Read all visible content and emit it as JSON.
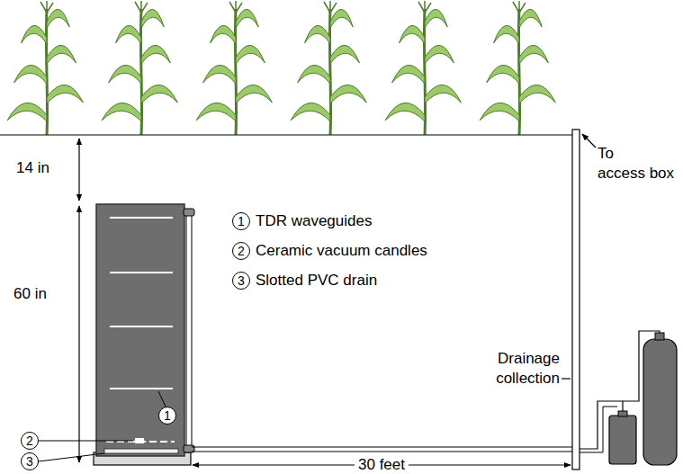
{
  "diagram": {
    "nodes": [
      {
        "text": [
          "1"
        ]
      },
      {
        "text": [
          "2"
        ]
      },
      {
        "text": [
          "3"
        ]
      },
      {
        "text": [
          "1"
        ]
      },
      {
        "text": [
          "2"
        ]
      },
      {
        "text": [
          "3"
        ]
      }
    ],
    "labels": [
      "14 in",
      "60 in",
      "TDR waveguides",
      "Ceramic vacuum candles",
      "Slotted PVC drain",
      "To access box",
      "Drainage collection",
      "30 feet"
    ]
  }
}
